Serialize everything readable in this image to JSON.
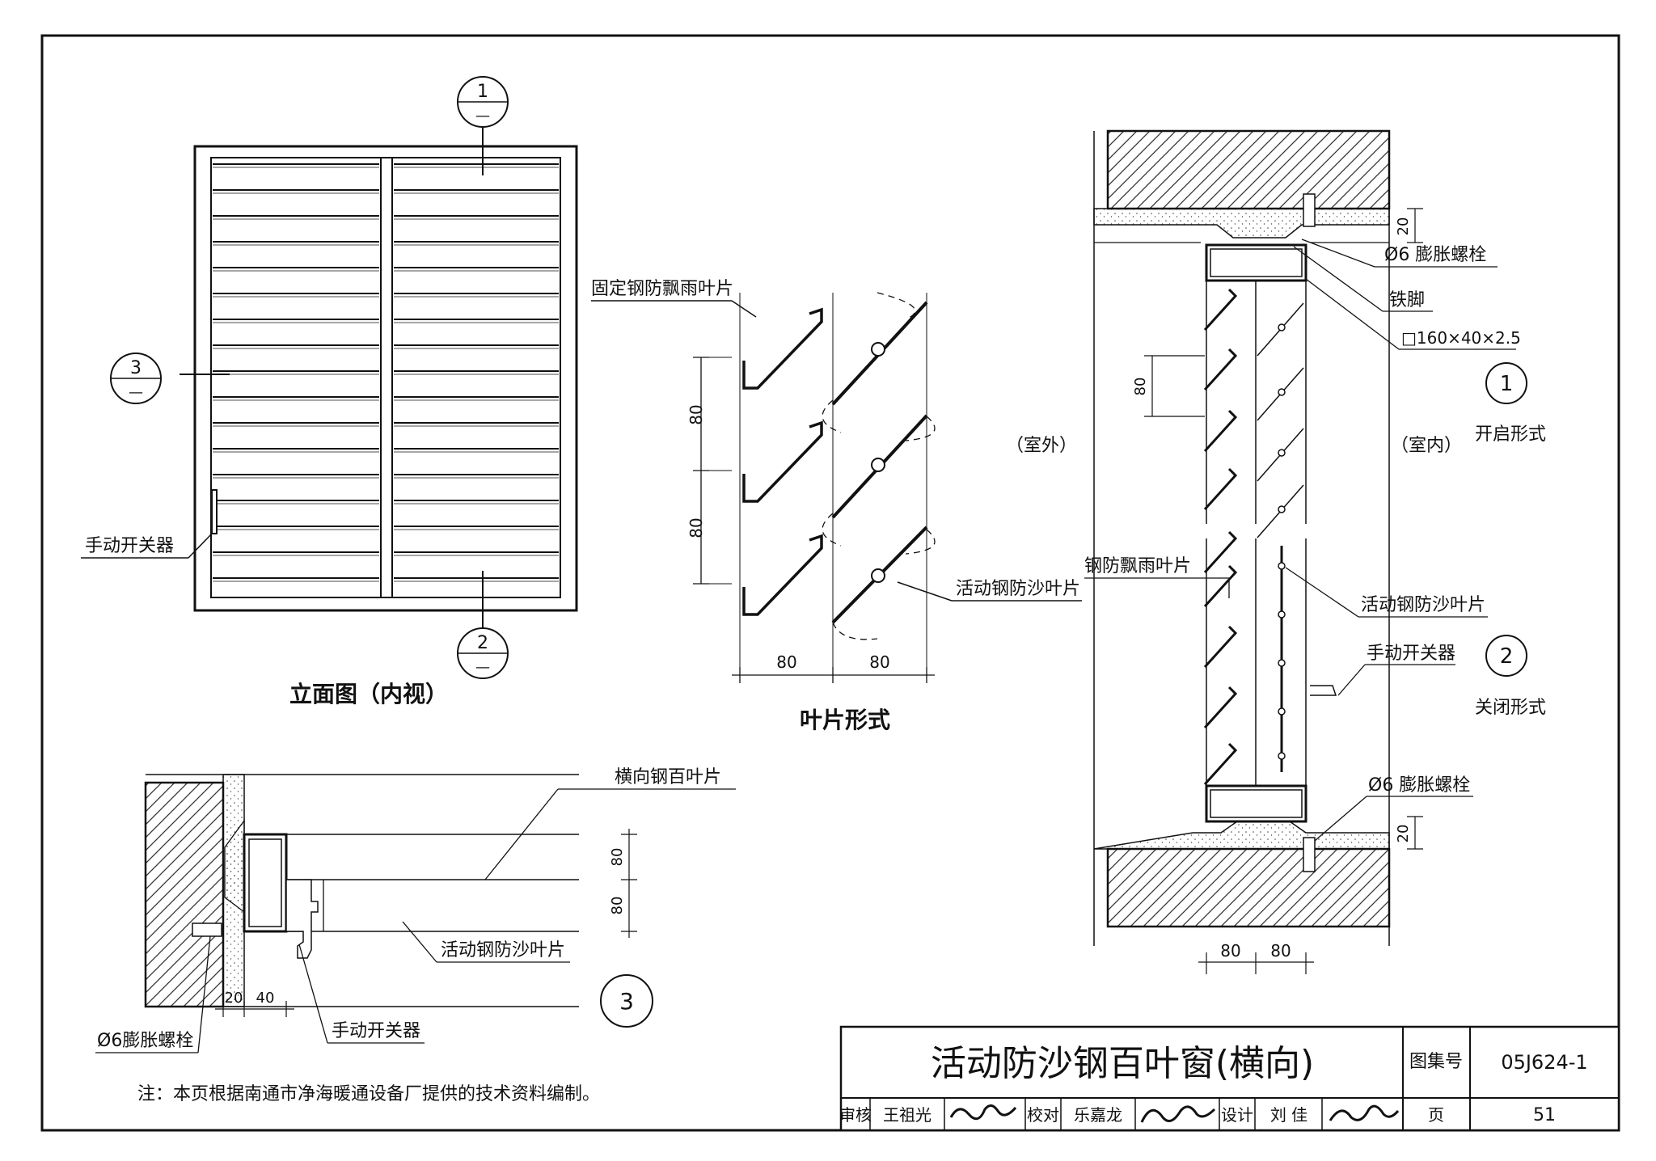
{
  "elevation": {
    "title": "立面图（内视）",
    "switch_label": "手动开关器",
    "callouts": [
      {
        "num": "1",
        "sub": "—"
      },
      {
        "num": "2",
        "sub": "—"
      },
      {
        "num": "3",
        "sub": "—"
      }
    ]
  },
  "blade_forms": {
    "title": "叶片形式",
    "fixed_blade_label": "固定钢防飘雨叶片",
    "movable_blade_label": "活动钢防沙叶片",
    "dim_vertical": [
      "80",
      "80"
    ],
    "dim_horizontal": [
      "80",
      "80"
    ]
  },
  "section_12": {
    "outside_label": "（室外）",
    "inside_label": "（室内）",
    "bolt_label": "Ø6 膨胀螺栓",
    "iron_foot_label": "铁脚",
    "tube_label": "□160×40×2.5",
    "rain_blade_label": "钢防飘雨叶片",
    "sand_blade_label": "活动钢防沙叶片",
    "switch_label": "手动开关器",
    "bottom_bolt_label": "Ø6 膨胀螺栓",
    "open_mark": "1",
    "open_label": "开启形式",
    "closed_mark": "2",
    "closed_label": "关闭形式",
    "dim_top": "20",
    "dim_bottom": "20",
    "dim_pitch": "80",
    "dim_horizontal": [
      "80",
      "80"
    ]
  },
  "section_3": {
    "mark": "3",
    "horizontal_blade_label": "横向钢百叶片",
    "sand_blade_label": "活动钢防沙叶片",
    "switch_label": "手动开关器",
    "bolt_label": "Ø6膨胀螺栓",
    "dim_horizontal": [
      "20",
      "40"
    ],
    "dim_vertical": [
      "80",
      "80"
    ]
  },
  "note": "注：本页根据南通市净海暖通设备厂提供的技术资料编制。",
  "title_block": {
    "title": "活动防沙钢百叶窗(横向)",
    "atlas_label": "图集号",
    "atlas_no": "05J624-1",
    "review_label": "审核",
    "reviewer": "王祖光",
    "check_label": "校对",
    "checker": "乐嘉龙",
    "design_label": "设计",
    "designer": "刘 佳",
    "page_label": "页",
    "page_no": "51"
  }
}
